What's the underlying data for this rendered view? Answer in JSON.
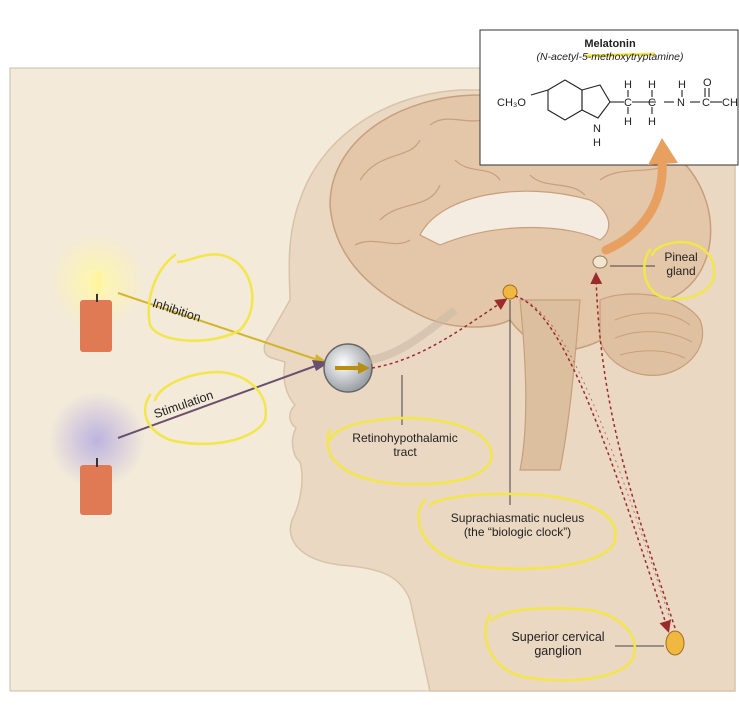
{
  "molecule": {
    "name": "Melatonin",
    "subtitle": "(N-acetyl-5-methoxytryptamine)",
    "formula_group": "CH₃O",
    "ring_nh": "N",
    "ring_h": "H",
    "atoms": [
      "H",
      "H",
      "H",
      "O",
      "C",
      "C",
      "N",
      "C",
      "CH",
      "H",
      "H"
    ]
  },
  "labels": {
    "inhibition": "Inhibition",
    "stimulation": "Stimulation",
    "pineal": "Pineal\ngland",
    "retino": "Retinohypothalamic\ntract",
    "scn": "Suprachiasmatic nucleus\n(the “biologic clock”)",
    "scg": "Superior cervical\nganglion"
  },
  "colors": {
    "panel": "#f3ead9",
    "skin": "#ead8c2",
    "brain": "#e3c7a8",
    "highlight": "#f2e64a",
    "candle": "#e07a55",
    "inhibition_line": "#d4b42a",
    "stimulation_line": "#6b4f6e",
    "pathway": "#9b2b2b",
    "arrow": "#e8a060"
  }
}
